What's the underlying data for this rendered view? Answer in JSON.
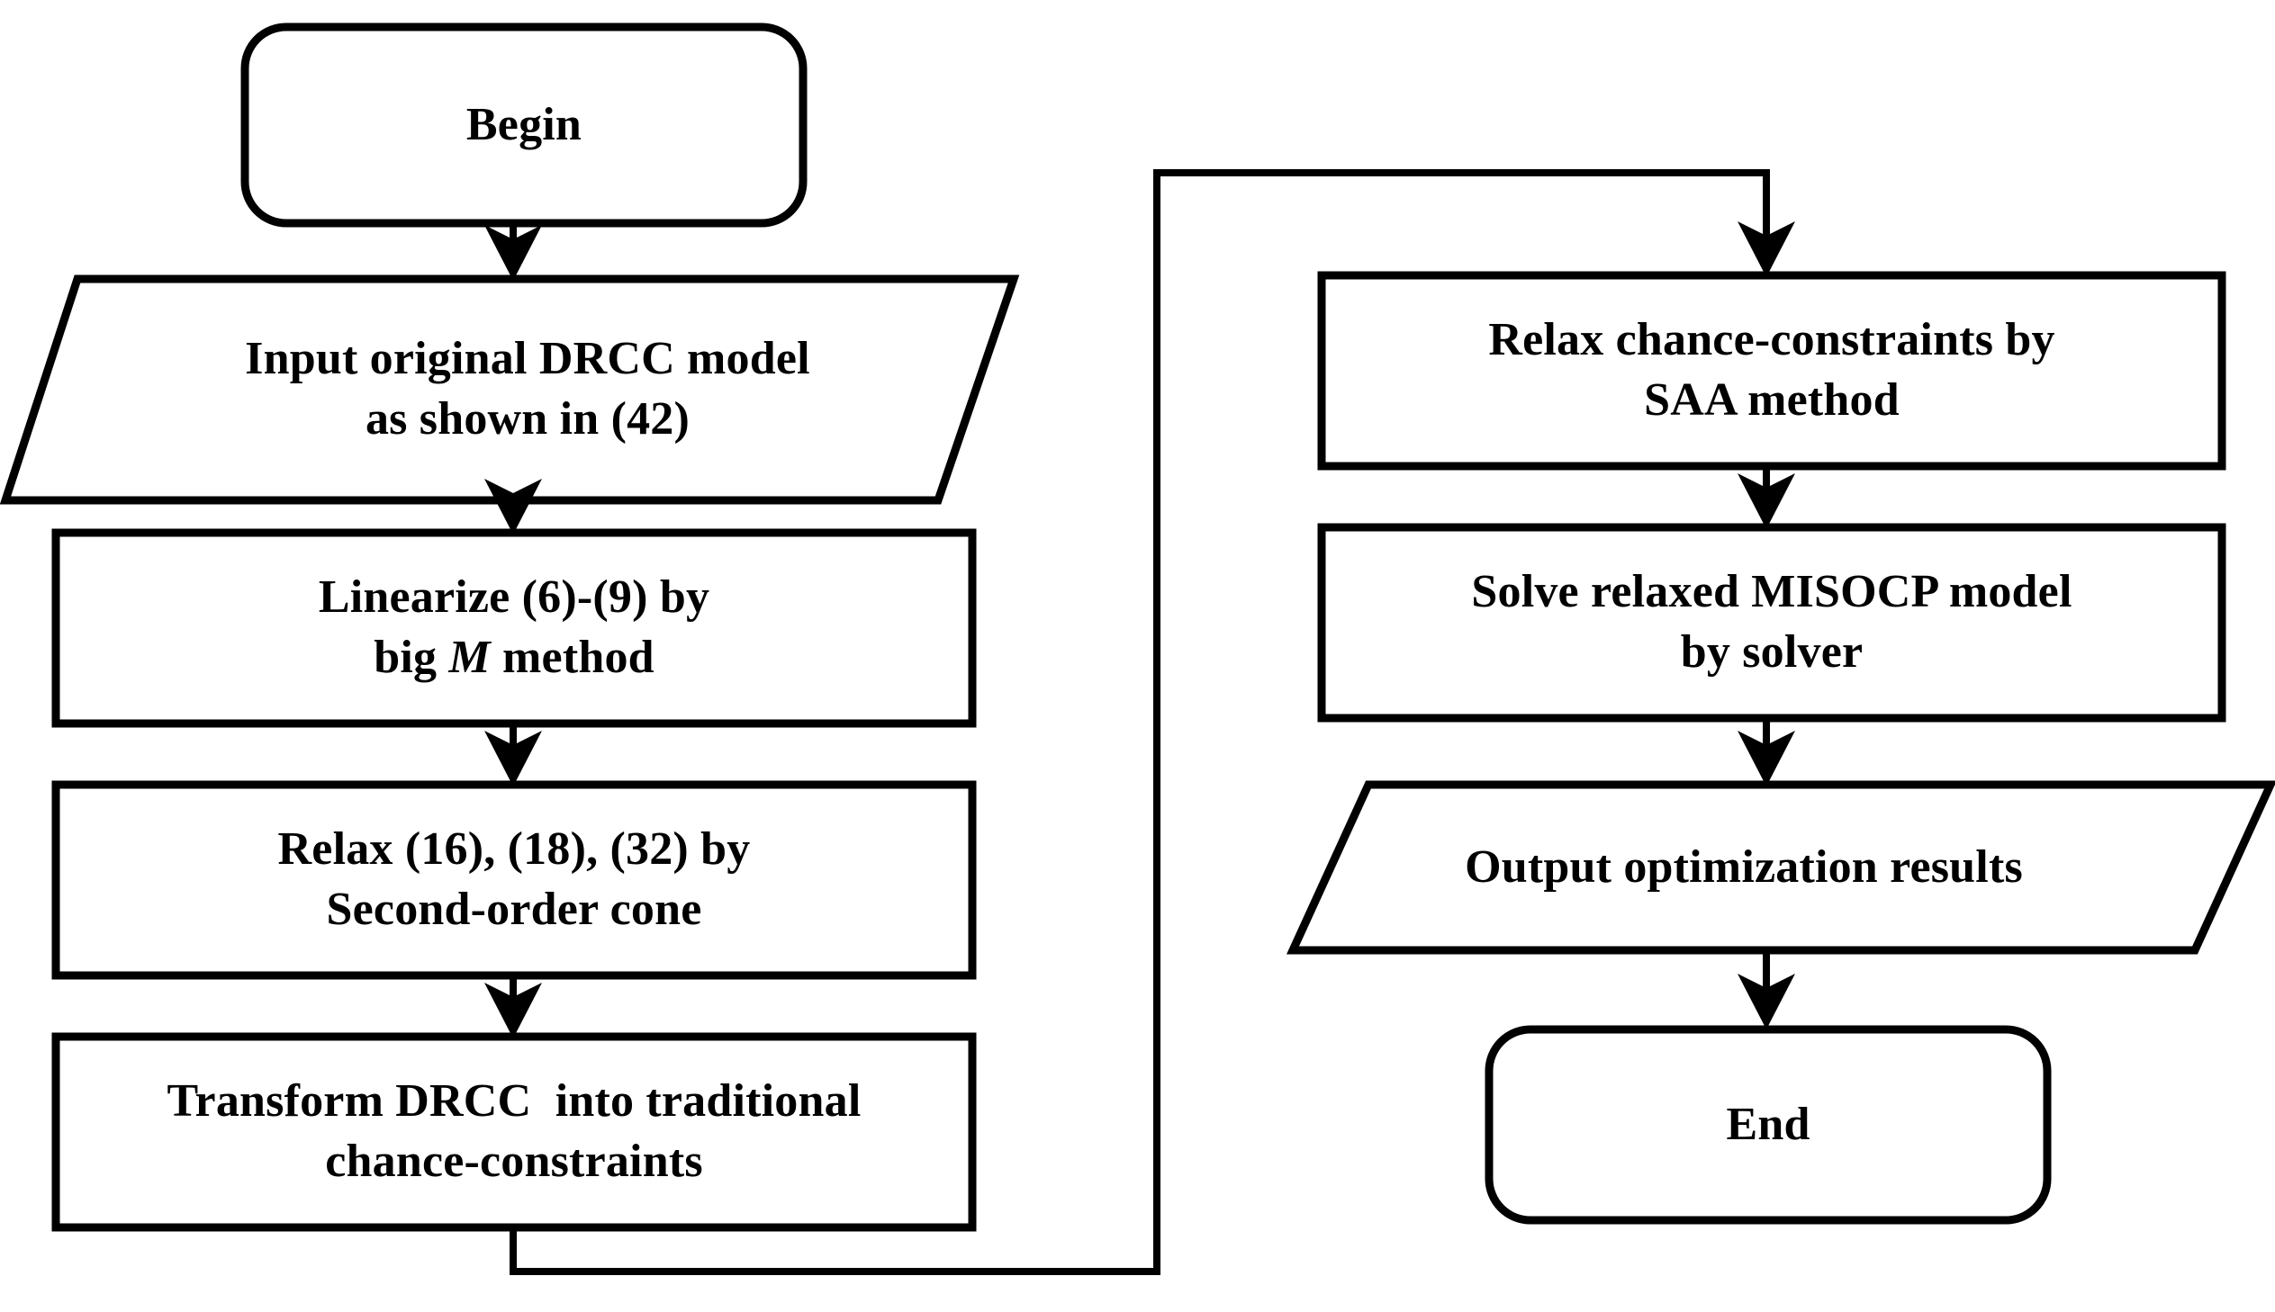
{
  "diagram": {
    "title": "DRCC model solution flowchart",
    "stroke_color": "#000000",
    "fill_color": "#ffffff",
    "nodes": [
      {
        "id": "begin",
        "shape": "rounded-rectangle",
        "line1": "Begin",
        "line2": ""
      },
      {
        "id": "input-model",
        "shape": "parallelogram",
        "line1": "Input original DRCC model",
        "line2": "as shown in (42)"
      },
      {
        "id": "linearize",
        "shape": "rectangle",
        "line1": "Linearize (6)-(9) by",
        "line2_pre": "big ",
        "line2_var": "M",
        "line2_post": " method"
      },
      {
        "id": "relax-soc",
        "shape": "rectangle",
        "line1": "Relax (16), (18), (32) by",
        "line2": "Second-order cone"
      },
      {
        "id": "transform-drcc",
        "shape": "rectangle",
        "line1": "Transform DRCC  into traditional",
        "line2": "chance-constraints"
      },
      {
        "id": "relax-saa",
        "shape": "rectangle",
        "line1": "Relax chance-constraints by",
        "line2": "SAA method"
      },
      {
        "id": "solve-misocp",
        "shape": "rectangle",
        "line1": "Solve relaxed MISOCP model",
        "line2": "by solver"
      },
      {
        "id": "output-results",
        "shape": "parallelogram",
        "line1": "Output optimization results",
        "line2": ""
      },
      {
        "id": "end",
        "shape": "rounded-rectangle",
        "line1": "End",
        "line2": ""
      }
    ],
    "edges": [
      {
        "id": "begin-to-input",
        "from": "begin",
        "to": "input-model",
        "style": "straight-down"
      },
      {
        "id": "input-to-linearize",
        "from": "input-model",
        "to": "linearize",
        "style": "straight-down"
      },
      {
        "id": "linearize-to-relax-soc",
        "from": "linearize",
        "to": "relax-soc",
        "style": "straight-down"
      },
      {
        "id": "relax-soc-to-transform",
        "from": "relax-soc",
        "to": "transform-drcc",
        "style": "straight-down"
      },
      {
        "id": "transform-to-relax-saa",
        "from": "transform-drcc",
        "to": "relax-saa",
        "style": "elbow-down-right-up-right-down"
      },
      {
        "id": "relax-saa-to-solve",
        "from": "relax-saa",
        "to": "solve-misocp",
        "style": "straight-down"
      },
      {
        "id": "solve-to-output",
        "from": "solve-misocp",
        "to": "output-results",
        "style": "straight-down"
      },
      {
        "id": "output-to-end",
        "from": "output-results",
        "to": "end",
        "style": "straight-down"
      }
    ]
  }
}
